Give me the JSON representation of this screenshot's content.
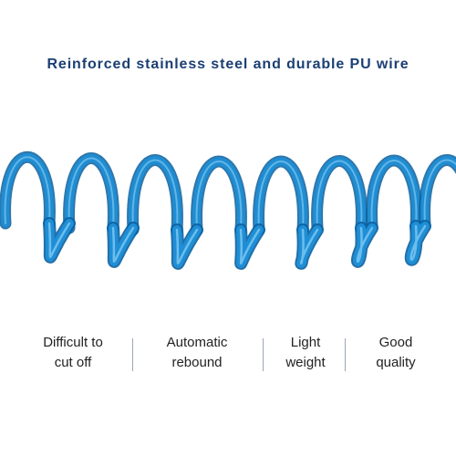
{
  "headline": "Reinforced stainless steel and durable PU wire",
  "features": [
    {
      "line1": "Difficult to",
      "line2": "cut off"
    },
    {
      "line1": "Automatic",
      "line2": "rebound"
    },
    {
      "line1": "Light",
      "line2": "weight"
    },
    {
      "line1": "Good",
      "line2": "quality"
    }
  ],
  "colors": {
    "headline": "#1b3f73",
    "coil": "#1e8fd6",
    "coil_dark": "#0b5f9e",
    "coil_light": "#8fd0f5",
    "text": "#222222",
    "divider": "#9aa6b8"
  },
  "product": "coiled-cable-icon"
}
